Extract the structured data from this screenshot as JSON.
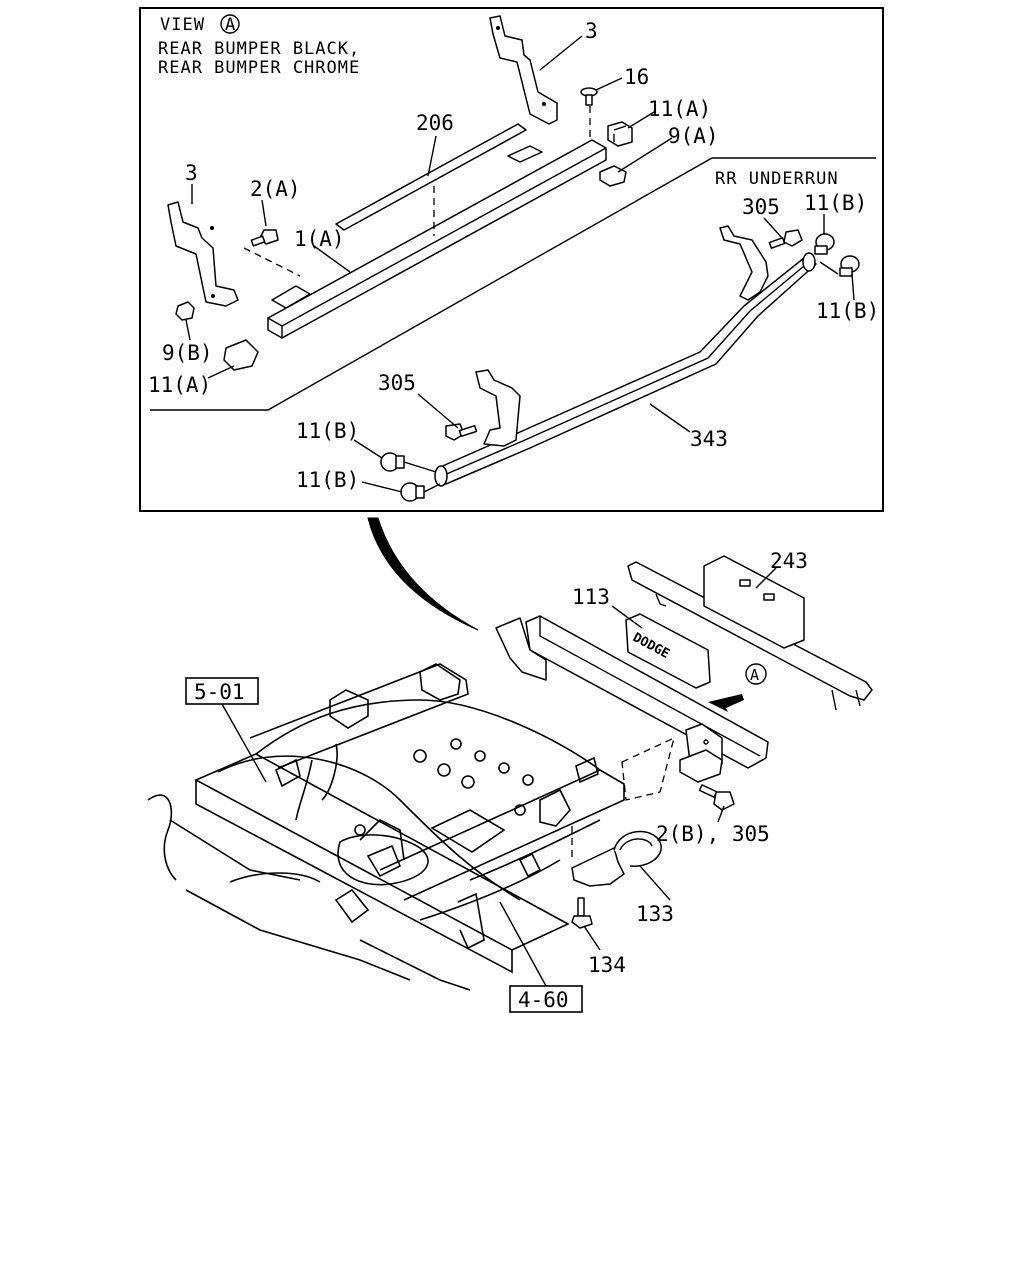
{
  "view_header": {
    "view_label": "VIEW",
    "view_marker": "A",
    "line1": "REAR BUMPER BLACK,",
    "line2": "REAR BUMPER CHROME"
  },
  "underrun_label": "RR UNDERRUN",
  "callouts": {
    "c3_top": "3",
    "c16": "16",
    "c11a_top": "11(A)",
    "c9a": "9(A)",
    "c206": "206",
    "c3_left": "3",
    "c2a": "2(A)",
    "c1a": "1(A)",
    "c9b": "9(B)",
    "c11a_left": "11(A)",
    "c305_right": "305",
    "c11b_top": "11(B)",
    "c11b_right": "11(B)",
    "c305_mid": "305",
    "c343": "343",
    "c11b_lower1": "11(B)",
    "c11b_lower2": "11(B)",
    "c243": "243",
    "c113": "113",
    "arrow_marker": "A",
    "c2b305": "2(B), 305",
    "c133": "133",
    "c134": "134"
  },
  "plate_text": "DODGE",
  "refs": {
    "r501": "5-01",
    "r460": "4-60"
  }
}
